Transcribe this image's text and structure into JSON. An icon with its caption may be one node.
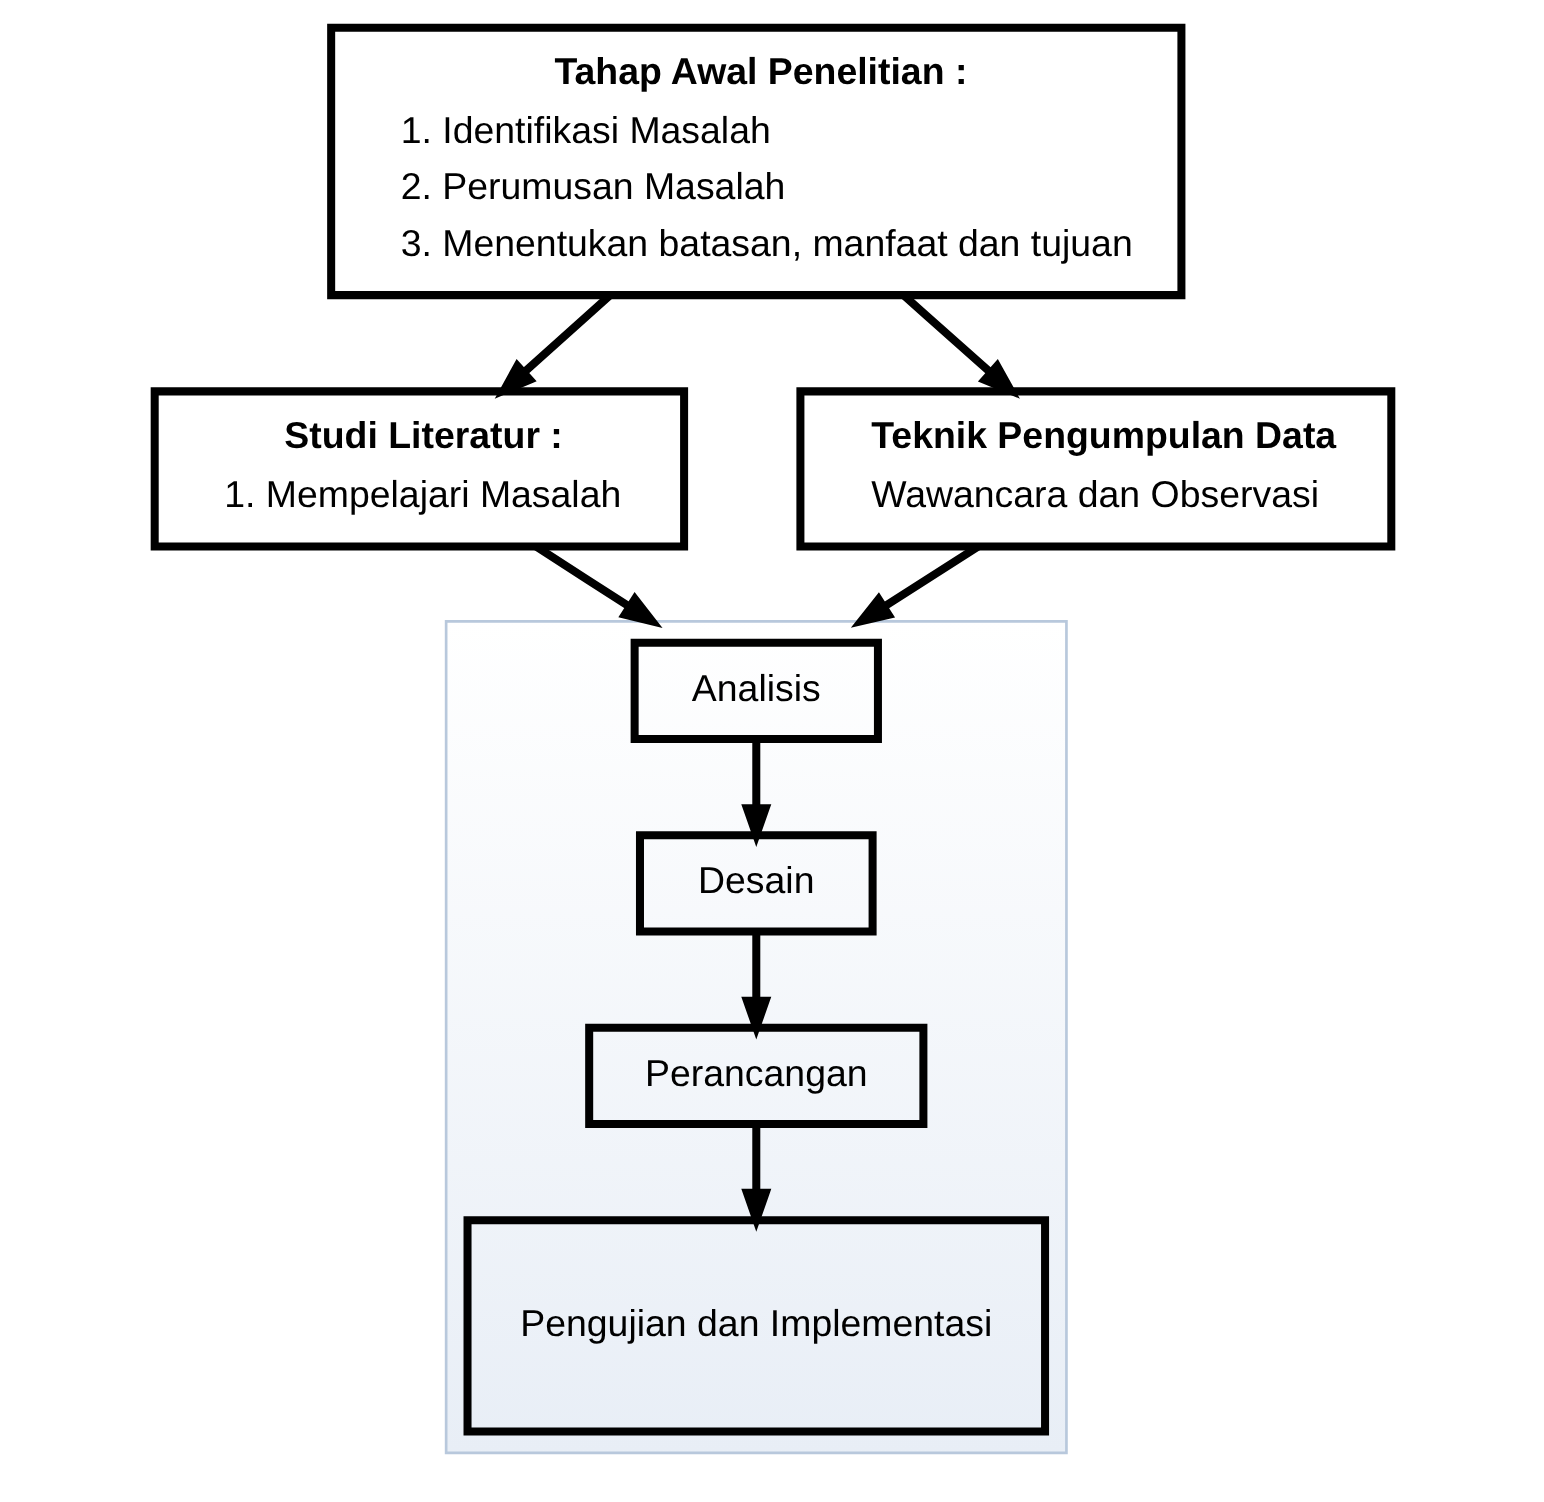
{
  "diagram": {
    "nodes": [
      {
        "text": [
          "Tahap Awal Penelitian :",
          "1. Identifikasi Masalah",
          "2. Perumusan Masalah",
          "3. Menentukan batasan, manfaat dan tujuan"
        ]
      },
      {
        "text": [
          "Studi Literatur :",
          "1. Mempelajari Masalah"
        ]
      },
      {
        "text": [
          "Teknik Pengumpulan Data",
          "Wawancara dan Observasi"
        ]
      },
      {
        "text": [],
        "shape": "box"
      },
      {
        "text": [
          "Analisis"
        ],
        "in": 3
      },
      {
        "text": [
          "Desain"
        ],
        "in": 3
      },
      {
        "text": [
          "Perancangan"
        ],
        "in": 3
      },
      {
        "text": [
          "Pengujian dan Implementasi"
        ],
        "in": 3
      }
    ],
    "edges": [
      {
        "from": 0,
        "to": 1,
        "arrow": "to"
      },
      {
        "from": 0,
        "to": 2,
        "arrow": "to"
      },
      {
        "from": 1,
        "to": 3,
        "arrow": "to"
      },
      {
        "from": 2,
        "to": 3,
        "arrow": "to"
      },
      {
        "from": 4,
        "to": 5,
        "arrow": "to"
      },
      {
        "from": 5,
        "to": 6,
        "arrow": "to"
      },
      {
        "from": 6,
        "to": 7,
        "arrow": "to"
      }
    ]
  }
}
